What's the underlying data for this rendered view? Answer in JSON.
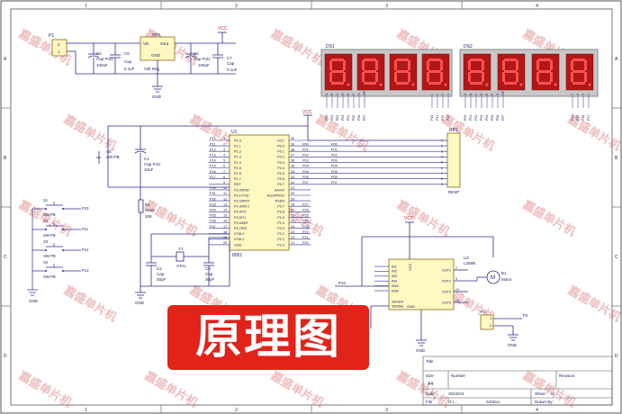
{
  "sheet": {
    "col_labels": [
      "1",
      "2",
      "3",
      "4"
    ],
    "row_labels": [
      "A",
      "B",
      "C",
      "D"
    ],
    "watermark": "嘉盛单片机"
  },
  "banner": {
    "text": "原理图"
  },
  "power": {
    "p1": "P1",
    "p1_pins": [
      "2",
      "1"
    ],
    "reg": "7805",
    "reg_vin": "Vin",
    "reg_vout": "Vout",
    "reg_gnd": "GND",
    "reg_label": "Volt Reg",
    "c4": "C4",
    "c4_label": "Cap Pol1",
    "c4_val": "100uF",
    "c5": "C5",
    "c5_label": "Cap",
    "c5_val": "0.1uF",
    "c6": "C6",
    "c6_label": "Cap Pol1",
    "c6_val": "100uF",
    "c7": "C7",
    "c7_label": "Cap",
    "c7_val": "0.1uF",
    "vcc": "VCC",
    "gnd": "GND"
  },
  "displays": {
    "ds1": "DS1",
    "ds2": "DS2",
    "seg_pins": [
      "A",
      "B",
      "C",
      "D",
      "E",
      "F",
      "G",
      "DP"
    ],
    "digit_pins": [
      "1",
      "2",
      "3",
      "4"
    ],
    "ds1_nets": [
      "P00",
      "P01",
      "P02",
      "P03",
      "P04",
      "P05",
      "P06",
      "P07",
      "P10",
      "P11",
      "P12",
      "P13"
    ],
    "ds2_nets": [
      "P00",
      "P01",
      "P02",
      "P03",
      "P04",
      "P05",
      "P06",
      "P07",
      "P14",
      "P15",
      "P16",
      "P17"
    ]
  },
  "mcu": {
    "u1": "U1",
    "part": "8051",
    "vcc": "VCC",
    "left_pins": [
      {
        "num": "1",
        "net": "P10",
        "name": "P1.0"
      },
      {
        "num": "2",
        "net": "P11",
        "name": "P1.1"
      },
      {
        "num": "3",
        "net": "P12",
        "name": "P1.2"
      },
      {
        "num": "4",
        "net": "P13",
        "name": "P1.3"
      },
      {
        "num": "5",
        "net": "P14",
        "name": "P1.4"
      },
      {
        "num": "6",
        "net": "P15",
        "name": "P1.5"
      },
      {
        "num": "7",
        "net": "P16",
        "name": "P1.6"
      },
      {
        "num": "8",
        "net": "P17",
        "name": "P1.7"
      },
      {
        "num": "9",
        "net": "",
        "name": "RST"
      },
      {
        "num": "10",
        "net": "P30",
        "name": "P3.0/RXD"
      },
      {
        "num": "11",
        "net": "P31",
        "name": "P3.1/TXD"
      },
      {
        "num": "12",
        "net": "P32",
        "name": "P3.2/INT0"
      },
      {
        "num": "13",
        "net": "P33",
        "name": "P3.3/INT1"
      },
      {
        "num": "14",
        "net": "P34",
        "name": "P3.4/T0"
      },
      {
        "num": "15",
        "net": "P35",
        "name": "P3.5/T1"
      },
      {
        "num": "16",
        "net": "P36",
        "name": "P3.6/WR"
      },
      {
        "num": "17",
        "net": "P37",
        "name": "P3.7/RD"
      },
      {
        "num": "18",
        "net": "",
        "name": "XTAL2"
      },
      {
        "num": "19",
        "net": "",
        "name": "XTAL1"
      },
      {
        "num": "20",
        "net": "",
        "name": "GND"
      }
    ],
    "right_pins": [
      {
        "num": "40",
        "name": "VCC",
        "net": ""
      },
      {
        "num": "39",
        "name": "P0.0",
        "net": "P00"
      },
      {
        "num": "38",
        "name": "P0.1",
        "net": "P01"
      },
      {
        "num": "37",
        "name": "P0.2",
        "net": "P02"
      },
      {
        "num": "36",
        "name": "P0.3",
        "net": "P03"
      },
      {
        "num": "35",
        "name": "P0.4",
        "net": "P04"
      },
      {
        "num": "34",
        "name": "P0.5",
        "net": "P05"
      },
      {
        "num": "33",
        "name": "P0.6",
        "net": "P06"
      },
      {
        "num": "32",
        "name": "P0.7",
        "net": "P07"
      },
      {
        "num": "31",
        "name": "EA/VP",
        "net": ""
      },
      {
        "num": "30",
        "name": "ALE/PROG",
        "net": ""
      },
      {
        "num": "29",
        "name": "PSEN",
        "net": ""
      },
      {
        "num": "28",
        "name": "P2.7",
        "net": "P27"
      },
      {
        "num": "27",
        "name": "P2.6",
        "net": "P26"
      },
      {
        "num": "26",
        "name": "P2.5",
        "net": "P25"
      },
      {
        "num": "25",
        "name": "P2.4",
        "net": "P24"
      },
      {
        "num": "24",
        "name": "P2.3",
        "net": "P23"
      },
      {
        "num": "23",
        "name": "P2.2",
        "net": "P22"
      },
      {
        "num": "22",
        "name": "P2.1",
        "net": "P21"
      },
      {
        "num": "21",
        "name": "P2.0",
        "net": "P20"
      }
    ]
  },
  "reset": {
    "s": "S5",
    "s_label": "SW-PB",
    "c": "C1",
    "c_label": "Cap Pol1",
    "c_val": "10uF",
    "r": "R1",
    "r_label": "Res2",
    "r_val": "10K"
  },
  "crystal": {
    "y": "Y1",
    "y_label": "XTAL",
    "c2": "C2",
    "c2_label": "Cap",
    "c2_val": "30pF",
    "c3": "C3",
    "c3_label": "Cap",
    "c3_val": "30pF",
    "gnd": "GND"
  },
  "rp": {
    "name": "RP1",
    "label": "RESP",
    "pins": [
      "1",
      "2",
      "3",
      "4",
      "5",
      "6",
      "7",
      "8",
      "9"
    ]
  },
  "switches": [
    {
      "ref": "S1",
      "label": "SW-PB",
      "net": "P10"
    },
    {
      "ref": "S2",
      "label": "SW-PB",
      "net": "P11"
    },
    {
      "ref": "S3",
      "label": "SW-PB",
      "net": "P12"
    },
    {
      "ref": "S4",
      "label": "SW-PB",
      "net": "P13"
    }
  ],
  "switch_gnd": "GND",
  "driver": {
    "vcc": "VCC",
    "in": [
      "IN1",
      "IN2",
      "IN3",
      "IN4",
      "ENA",
      "ENB"
    ],
    "sense": [
      "SENSA",
      "SENSB"
    ],
    "out": [
      "OUT1",
      "OUT2",
      "OUT3",
      "OUT4"
    ],
    "out_nums": [
      "2",
      "3",
      "13",
      "14"
    ],
    "gnd_label": "GND",
    "p10": "P10",
    "p2_net": "P2",
    "gnd": "GND"
  },
  "motor": {
    "u2": "U2",
    "part": "L298N",
    "b1": "B1",
    "label": "Motor"
  },
  "p2": {
    "ref": "P2",
    "net": "P2",
    "gnd": "GND",
    "pins": [
      "1",
      "2"
    ]
  },
  "title_block": {
    "title": "Title",
    "size": "Size",
    "size_val": "A4",
    "number": "Number",
    "revision": "Revision",
    "date": "Date",
    "date_val": "2024/2/1",
    "file": "File",
    "file_val": "G:\\...",
    "sheet": "Sheet",
    "of": "of",
    "drawn": "Drawn By:",
    "schdoc": "SchDoc"
  }
}
